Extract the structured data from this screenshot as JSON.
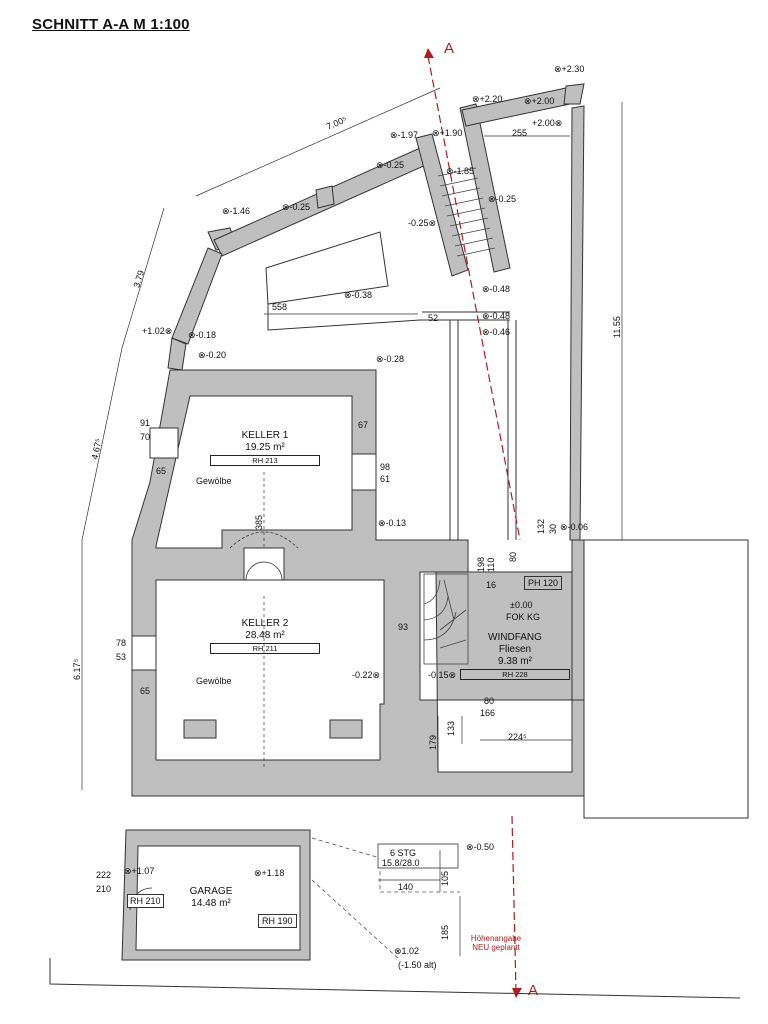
{
  "title": "SCHNITT A-A  M 1:100",
  "section_marker": "A",
  "rooms": {
    "keller1": {
      "name": "KELLER 1",
      "area": "19.25 m²",
      "code": "RH 213",
      "vault": "Gewölbe"
    },
    "keller2": {
      "name": "KELLER 2",
      "area": "28.48 m²",
      "code": "RH 211",
      "vault": "Gewölbe"
    },
    "windfang": {
      "name": "WINDFANG",
      "floor": "Fliesen",
      "area": "9.38 m²",
      "code": "RH 228",
      "level": "±0.00",
      "fok": "FOK KG",
      "ph": "PH 120"
    },
    "garage": {
      "name": "GARAGE",
      "area": "14.48 m²",
      "code": "RH 190",
      "side_code": "RH 210"
    }
  },
  "stairs": {
    "steps": "6 STG",
    "ratio": "15.8/28.0"
  },
  "note": {
    "line1": "Höhenangabe",
    "line2": "NEU geplantt"
  },
  "dimensions": {
    "d700": "7.00⁵",
    "d379": "3.79",
    "d467": "4.67⁵",
    "d617": "6.17⁵",
    "d1155": "11.55",
    "d558": "558",
    "d52": "52",
    "d255": "255",
    "d67": "67",
    "d98": "98",
    "d61": "61",
    "d91": "91",
    "d70": "70",
    "d65a": "65",
    "d385": "385",
    "d78": "78",
    "d53": "53",
    "d65b": "65",
    "d93": "93",
    "d179": "179",
    "d133": "133",
    "d2245": "224⁵",
    "d80": "80",
    "d166": "166",
    "d198": "198",
    "d110": "110",
    "d16": "16",
    "d80b": "80",
    "d132": "132",
    "d30": "30",
    "d222": "222",
    "d210": "210",
    "d140": "140",
    "d105": "105",
    "d185": "185"
  },
  "levels": {
    "l230": "+2.30",
    "l220": "+2.20",
    "l200a": "+2.00",
    "l200b": "+2.00",
    "l190": "+1.90",
    "l197": "-1.97",
    "l185": "-1.85",
    "l025a": "-0.25",
    "l025b": "-0.25",
    "l025c": "-0.25",
    "l025d": "-0.25",
    "l146": "-1.46",
    "l038": "-0.38",
    "l048a": "-0.48",
    "l048b": "-0.48",
    "l046": "-0.46",
    "l102": "+1.02",
    "l018": "-0.18",
    "l020": "-0.20",
    "l028": "-0.28",
    "l013": "-0.13",
    "l006": "-0.06",
    "l022": "-0.22",
    "l015": "-0.15",
    "l050": "-0.50",
    "l107": "+1.07",
    "l118": "+1.18",
    "l102b": "1.02",
    "l150": "(-1.50 alt)"
  }
}
